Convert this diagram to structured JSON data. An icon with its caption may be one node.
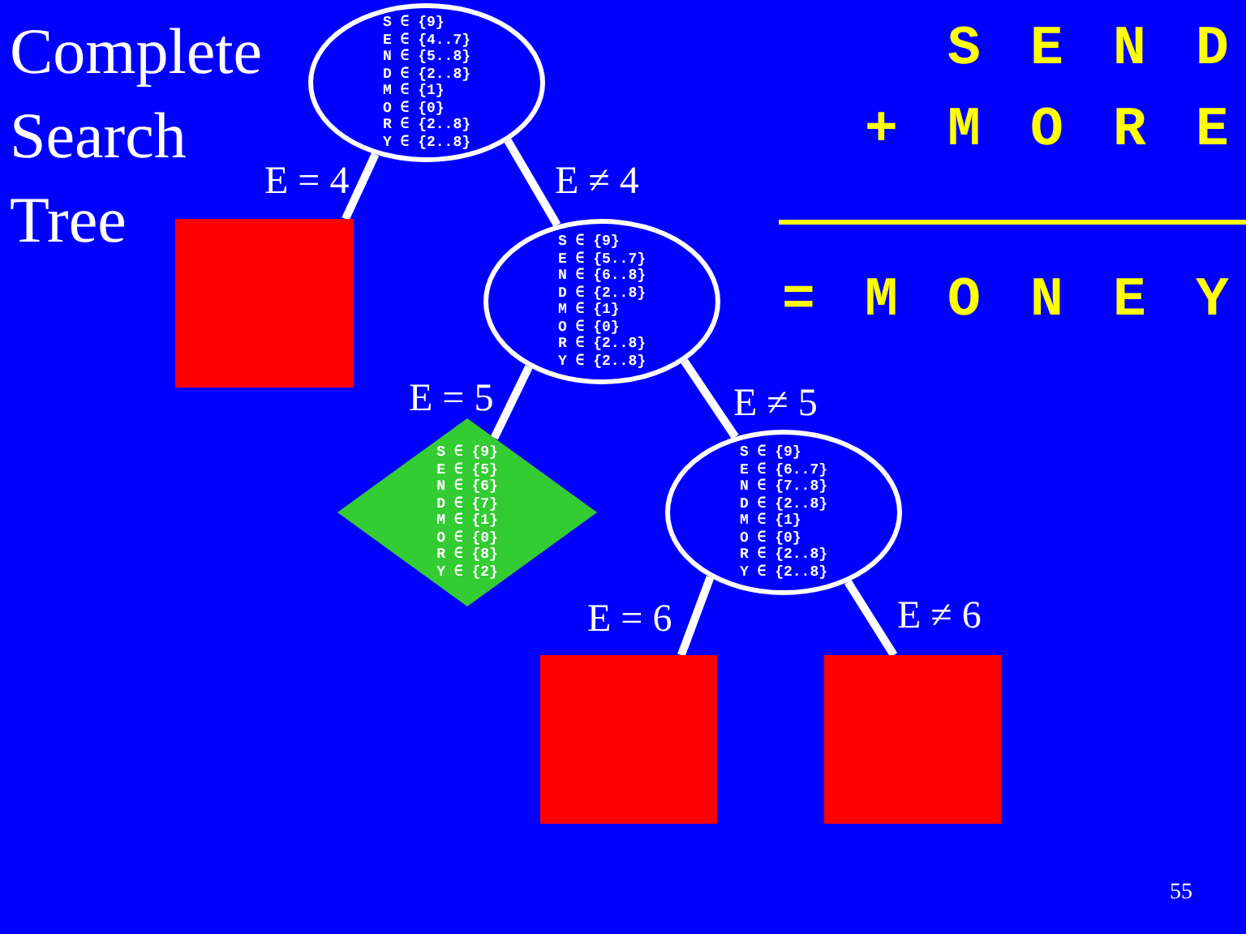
{
  "diagram": {
    "title": "Complete Search Tree",
    "nodes": [
      {
        "text": [
          "S ∈ {9}",
          "E ∈ {4..7}",
          "N ∈ {5..8}",
          "D ∈ {2..8}",
          "M ∈ {1}",
          "O ∈ {0}",
          "R ∈ {2..8}",
          "Y ∈ {2..8}"
        ]
      },
      {
        "text": [],
        "shape": "box"
      },
      {
        "text": [
          "S ∈ {9}",
          "E ∈ {5..7}",
          "N ∈ {6..8}",
          "D ∈ {2..8}",
          "M ∈ {1}",
          "O ∈ {0}",
          "R ∈ {2..8}",
          "Y ∈ {2..8}"
        ]
      },
      {
        "text": [
          "S ∈ {9}",
          "E ∈ {5}",
          "N ∈ {6}",
          "D ∈ {7}",
          "M ∈ {1}",
          "O ∈ {0}",
          "R ∈ {8}",
          "Y ∈ {2}"
        ]
      },
      {
        "text": [
          "S ∈ {9}",
          "E ∈ {6..7}",
          "N ∈ {7..8}",
          "D ∈ {2..8}",
          "M ∈ {1}",
          "O ∈ {0}",
          "R ∈ {2..8}",
          "Y ∈ {2..8}"
        ]
      },
      {
        "text": [],
        "shape": "box"
      },
      {
        "text": [],
        "shape": "box"
      }
    ],
    "edges": [
      {
        "from": 0,
        "to": 1,
        "arrow": "none",
        "label": "E = 4"
      },
      {
        "from": 0,
        "to": 2,
        "arrow": "none",
        "label": "E ≠ 4"
      },
      {
        "from": 2,
        "to": 3,
        "arrow": "none",
        "label": "E = 5"
      },
      {
        "from": 2,
        "to": 4,
        "arrow": "none",
        "label": "E ≠ 5"
      },
      {
        "from": 4,
        "to": 5,
        "arrow": "none",
        "label": "E = 6"
      },
      {
        "from": 4,
        "to": 6,
        "arrow": "none",
        "label": "E ≠ 6"
      }
    ],
    "labels": [
      "S E N D",
      "+ M O R E",
      "= M O N E Y",
      "55"
    ]
  }
}
